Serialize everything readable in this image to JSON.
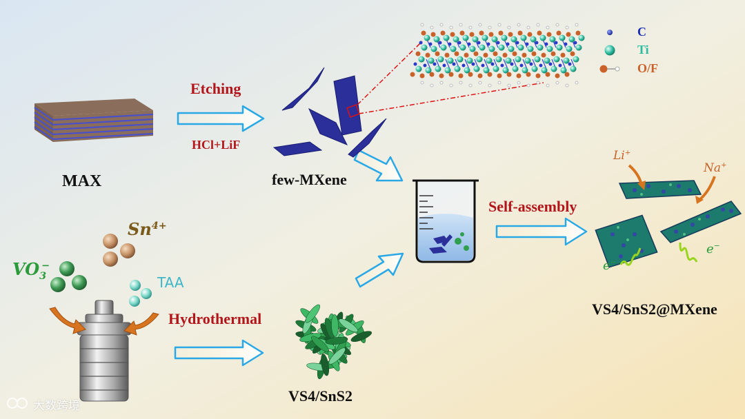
{
  "labels": {
    "max": "MAX",
    "etching": "Etching",
    "hcl_lif": "HCl+LiF",
    "few_mxene": "few-MXene",
    "self_assembly": "Self-assembly",
    "hydrothermal": "Hydrothermal",
    "product": "VS4/SnS2@MXene",
    "vs4_sns2": "VS4/SnS2"
  },
  "legend": [
    {
      "symbol": "C",
      "color": "#1a2fb0"
    },
    {
      "symbol": "Ti",
      "color": "#2ebca0"
    },
    {
      "symbol": "O/F",
      "color": "#c8622a"
    }
  ],
  "species": {
    "sn": {
      "base": "Sn",
      "sup": "4+"
    },
    "vo3": {
      "base": "VO",
      "sub": "3",
      "sup": "−"
    },
    "taa": "TAA",
    "li": {
      "base": "Li",
      "sup": "+"
    },
    "na": {
      "base": "Na",
      "sup": "+"
    },
    "electron": {
      "base": "e",
      "sup": "−"
    }
  },
  "watermark": "大数跨境",
  "colors": {
    "title_red": "#b3161a",
    "arrow_blue": "#2aa8e6",
    "mxene_blue": "#2a2f9a",
    "vs4_green": "#2f9e4e"
  }
}
